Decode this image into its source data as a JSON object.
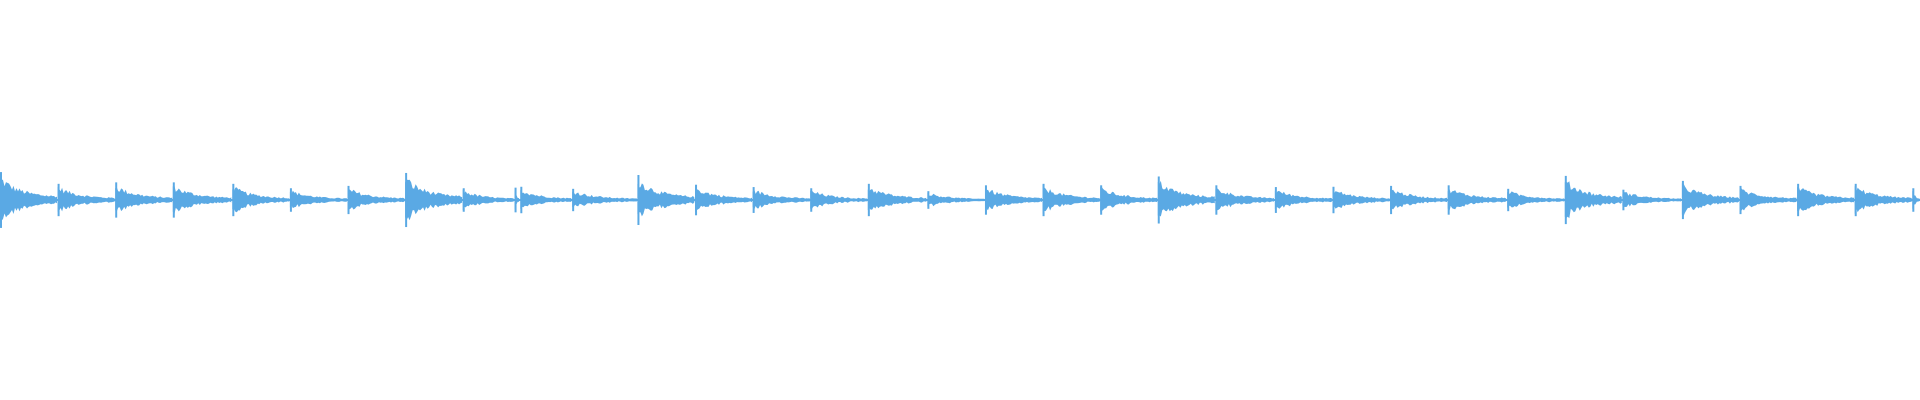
{
  "waveform": {
    "color": "#5aa9e4",
    "background": "#ffffff",
    "onsets": [
      {
        "t": 0.0,
        "amp": 0.95
      },
      {
        "t": 0.03,
        "amp": 0.55
      },
      {
        "t": 0.06,
        "amp": 0.6
      },
      {
        "t": 0.09,
        "amp": 0.6
      },
      {
        "t": 0.121,
        "amp": 0.55
      },
      {
        "t": 0.151,
        "amp": 0.4
      },
      {
        "t": 0.181,
        "amp": 0.48
      },
      {
        "t": 0.211,
        "amp": 0.92
      },
      {
        "t": 0.241,
        "amp": 0.4
      },
      {
        "t": 0.268,
        "amp": 0.42
      },
      {
        "t": 0.271,
        "amp": 0.45
      },
      {
        "t": 0.298,
        "amp": 0.38
      },
      {
        "t": 0.332,
        "amp": 0.85
      },
      {
        "t": 0.362,
        "amp": 0.52
      },
      {
        "t": 0.392,
        "amp": 0.44
      },
      {
        "t": 0.422,
        "amp": 0.4
      },
      {
        "t": 0.452,
        "amp": 0.55
      },
      {
        "t": 0.483,
        "amp": 0.3
      },
      {
        "t": 0.513,
        "amp": 0.5
      },
      {
        "t": 0.543,
        "amp": 0.55
      },
      {
        "t": 0.573,
        "amp": 0.5
      },
      {
        "t": 0.603,
        "amp": 0.8
      },
      {
        "t": 0.633,
        "amp": 0.5
      },
      {
        "t": 0.664,
        "amp": 0.44
      },
      {
        "t": 0.694,
        "amp": 0.45
      },
      {
        "t": 0.724,
        "amp": 0.48
      },
      {
        "t": 0.754,
        "amp": 0.5
      },
      {
        "t": 0.785,
        "amp": 0.38
      },
      {
        "t": 0.815,
        "amp": 0.82
      },
      {
        "t": 0.845,
        "amp": 0.35
      },
      {
        "t": 0.876,
        "amp": 0.65
      },
      {
        "t": 0.906,
        "amp": 0.48
      },
      {
        "t": 0.936,
        "amp": 0.55
      },
      {
        "t": 0.966,
        "amp": 0.55
      },
      {
        "t": 0.996,
        "amp": 0.4
      }
    ]
  }
}
